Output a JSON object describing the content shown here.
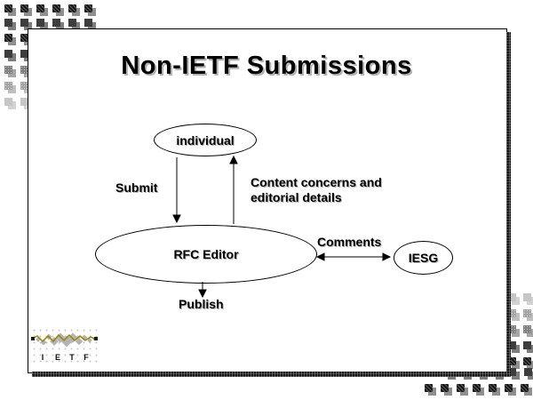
{
  "slide": {
    "title": "Non-IETF Submissions"
  },
  "diagram": {
    "type": "flow",
    "individual": {
      "label": "individual"
    },
    "rfc_editor": {
      "label": "RFC Editor"
    },
    "iesg": {
      "label": "IESG"
    },
    "submit_label": "Submit",
    "content_label": "Content concerns and editorial details",
    "comments_label": "Comments",
    "publish_label": "Publish",
    "edges": [
      {
        "from": "individual",
        "to": "rfc_editor",
        "label": "Submit",
        "direction": "down"
      },
      {
        "from": "rfc_editor",
        "to": "individual",
        "label": "Content concerns and editorial details",
        "direction": "up"
      },
      {
        "from": "rfc_editor",
        "to": "iesg",
        "label": "Comments",
        "direction": "both"
      },
      {
        "from": "rfc_editor",
        "to": "published",
        "label": "Publish",
        "direction": "down"
      }
    ]
  },
  "logo": {
    "letters": [
      "I",
      "E",
      "T",
      "F"
    ]
  },
  "colors": {
    "text": "#000000",
    "text_shadow": "#b3b3b3",
    "slide_bg": "#ffffff",
    "line": "#000000",
    "shadow_border": "#141414",
    "logo_zigzag": "#9a8500",
    "logo_diamond": "#b4b4b4",
    "logo_dot": "#c8c8c8"
  },
  "decor": {
    "front_tones": [
      "#161616",
      "#3d3d3d",
      "#5f5f5f",
      "#7f7f7f",
      "#a3a3a3",
      "#c6c6c6"
    ],
    "back_tones": [
      "#8f8f8f",
      "#7d7d7d",
      "#909090",
      "#a6a6a6",
      "#bfbfbf",
      "#d2d2d2"
    ]
  }
}
